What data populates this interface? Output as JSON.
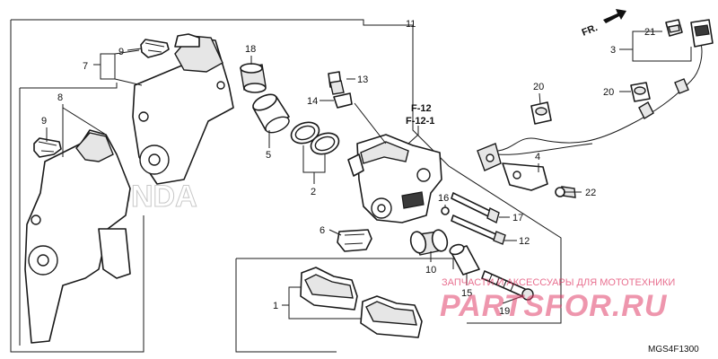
{
  "diagram": {
    "callouts": {
      "c1": "1",
      "c2": "2",
      "c3": "3",
      "c4": "4",
      "c5": "5",
      "c6": "6",
      "c7": "7",
      "c8": "8",
      "c9a": "9",
      "c9b": "9",
      "c10": "10",
      "c11": "11",
      "c12": "12",
      "c13": "13",
      "c14": "14",
      "c15": "15",
      "c16": "16",
      "c17": "17",
      "c18": "18",
      "c19": "19",
      "c20a": "20",
      "c20b": "20",
      "c21": "21",
      "c22": "22"
    },
    "refs": {
      "f12": "F-12",
      "f121": "F-12-1"
    },
    "direction": "FR.",
    "diagram_code": "MGS4F1300",
    "watermark": {
      "brand_text": "HONDA",
      "site_logo": "PARTSFOR.RU",
      "site_tagline": "ЗАПЧАСТИ И АКСЕССУАРЫ ДЛЯ МОТОТЕХНИКИ"
    }
  }
}
